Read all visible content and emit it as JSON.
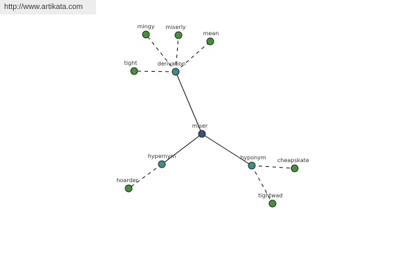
{
  "banner": {
    "url": "http://www.artikata.com"
  },
  "colors": {
    "center": "#3d4f86",
    "relation": "#3f8e8e",
    "word": "#4a8e3f",
    "stroke": "#1c2b1c",
    "edge": "#000000"
  },
  "graph": {
    "nodes": [
      {
        "id": "miser",
        "label": "miser",
        "kind": "center"
      },
      {
        "id": "derivation",
        "label": "derivation",
        "kind": "relation"
      },
      {
        "id": "hypernym",
        "label": "hypernym",
        "kind": "relation"
      },
      {
        "id": "hyponym",
        "label": "hyponym",
        "kind": "relation"
      },
      {
        "id": "mingy",
        "label": "mingy",
        "kind": "word"
      },
      {
        "id": "miserly",
        "label": "miserly",
        "kind": "word"
      },
      {
        "id": "mean",
        "label": "mean",
        "kind": "word"
      },
      {
        "id": "tight",
        "label": "tight",
        "kind": "word"
      },
      {
        "id": "hoarder",
        "label": "hoarder",
        "kind": "word"
      },
      {
        "id": "cheapskate",
        "label": "cheapskate",
        "kind": "word"
      },
      {
        "id": "tightwad",
        "label": "tightwad",
        "kind": "word"
      }
    ],
    "edges": [
      {
        "from": "miser",
        "to": "derivation",
        "style": "solid"
      },
      {
        "from": "miser",
        "to": "hypernym",
        "style": "solid"
      },
      {
        "from": "miser",
        "to": "hyponym",
        "style": "solid"
      },
      {
        "from": "derivation",
        "to": "mingy",
        "style": "dashed"
      },
      {
        "from": "derivation",
        "to": "miserly",
        "style": "dashed"
      },
      {
        "from": "derivation",
        "to": "mean",
        "style": "dashed"
      },
      {
        "from": "derivation",
        "to": "tight",
        "style": "dashed"
      },
      {
        "from": "hypernym",
        "to": "hoarder",
        "style": "dashed"
      },
      {
        "from": "hyponym",
        "to": "cheapskate",
        "style": "dashed"
      },
      {
        "from": "hyponym",
        "to": "tightwad",
        "style": "dashed"
      }
    ]
  }
}
